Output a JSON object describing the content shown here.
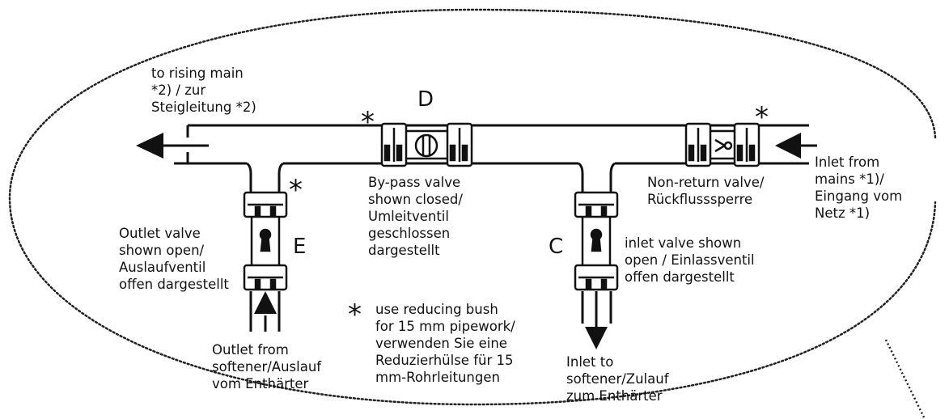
{
  "labels": {
    "rising_main": [
      "to rising main",
      " *2) / zur",
      "Steigleitung *2)"
    ],
    "bypass": [
      "By-pass valve",
      "shown closed/",
      "Umleitventil",
      "geschlossen",
      "dargestellt"
    ],
    "nonreturn": [
      "Non-return valve/",
      "Rückflusssperre"
    ],
    "inlet_mains": [
      " Inlet from",
      "mains *1)/",
      "Eingang vom",
      "Netz *1)"
    ],
    "outlet_valve": [
      "Outlet valve",
      "shown open/",
      "Auslaufventil",
      "offen dargestellt"
    ],
    "inlet_valve": [
      "inlet valve shown",
      "open / Einlassventil",
      "offen dargestellt"
    ],
    "reducing_note": [
      "use reducing bush",
      "for 15 mm pipework/",
      "verwenden Sie eine",
      "Reduzierhülse für 15",
      "mm-Rohrleitungen"
    ],
    "outlet_softener": [
      "Outlet from",
      "softener/Auslauf",
      "vom Enthärter"
    ],
    "inlet_softener": [
      "Inlet to",
      "softener/Zulauf",
      "zum Enthärter"
    ]
  },
  "letters": {
    "d": "D",
    "e": "E",
    "c": "C"
  },
  "asterisk": "*"
}
